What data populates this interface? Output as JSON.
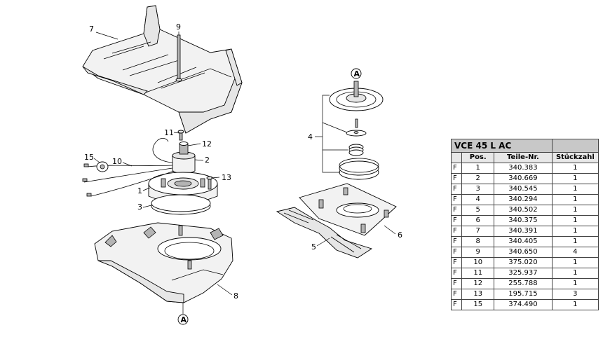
{
  "table": {
    "title": "VCE 45 L AC",
    "headers": {
      "pos": "Pos.",
      "part_no": "Teile-Nr.",
      "qty": "Stückzahl"
    },
    "rows": [
      {
        "flag": "F",
        "pos": "1",
        "part_no": "340.383",
        "qty": "1"
      },
      {
        "flag": "F",
        "pos": "2",
        "part_no": "340.669",
        "qty": "1"
      },
      {
        "flag": "F",
        "pos": "3",
        "part_no": "340.545",
        "qty": "1"
      },
      {
        "flag": "F",
        "pos": "4",
        "part_no": "340.294",
        "qty": "1"
      },
      {
        "flag": "F",
        "pos": "5",
        "part_no": "340.502",
        "qty": "1"
      },
      {
        "flag": "F",
        "pos": "6",
        "part_no": "340.375",
        "qty": "1"
      },
      {
        "flag": "F",
        "pos": "7",
        "part_no": "340.391",
        "qty": "1"
      },
      {
        "flag": "F",
        "pos": "8",
        "part_no": "340.405",
        "qty": "1"
      },
      {
        "flag": "F",
        "pos": "9",
        "part_no": "340.650",
        "qty": "4"
      },
      {
        "flag": "F",
        "pos": "10",
        "part_no": "375.020",
        "qty": "1"
      },
      {
        "flag": "F",
        "pos": "11",
        "part_no": "325.937",
        "qty": "1"
      },
      {
        "flag": "F",
        "pos": "12",
        "part_no": "255.788",
        "qty": "1"
      },
      {
        "flag": "F",
        "pos": "13",
        "part_no": "195.715",
        "qty": "3"
      },
      {
        "flag": "F",
        "pos": "15",
        "part_no": "374.490",
        "qty": "1"
      }
    ]
  },
  "callouts": {
    "c1": "1",
    "c2": "2",
    "c3": "3",
    "c4": "4",
    "c5": "5",
    "c6": "6",
    "c7": "7",
    "c8": "8",
    "c9": "9",
    "c10": "10",
    "c11": "11",
    "c12": "12",
    "c13": "13",
    "c15": "15",
    "marker_a_top": "A",
    "marker_a_bottom": "A"
  }
}
